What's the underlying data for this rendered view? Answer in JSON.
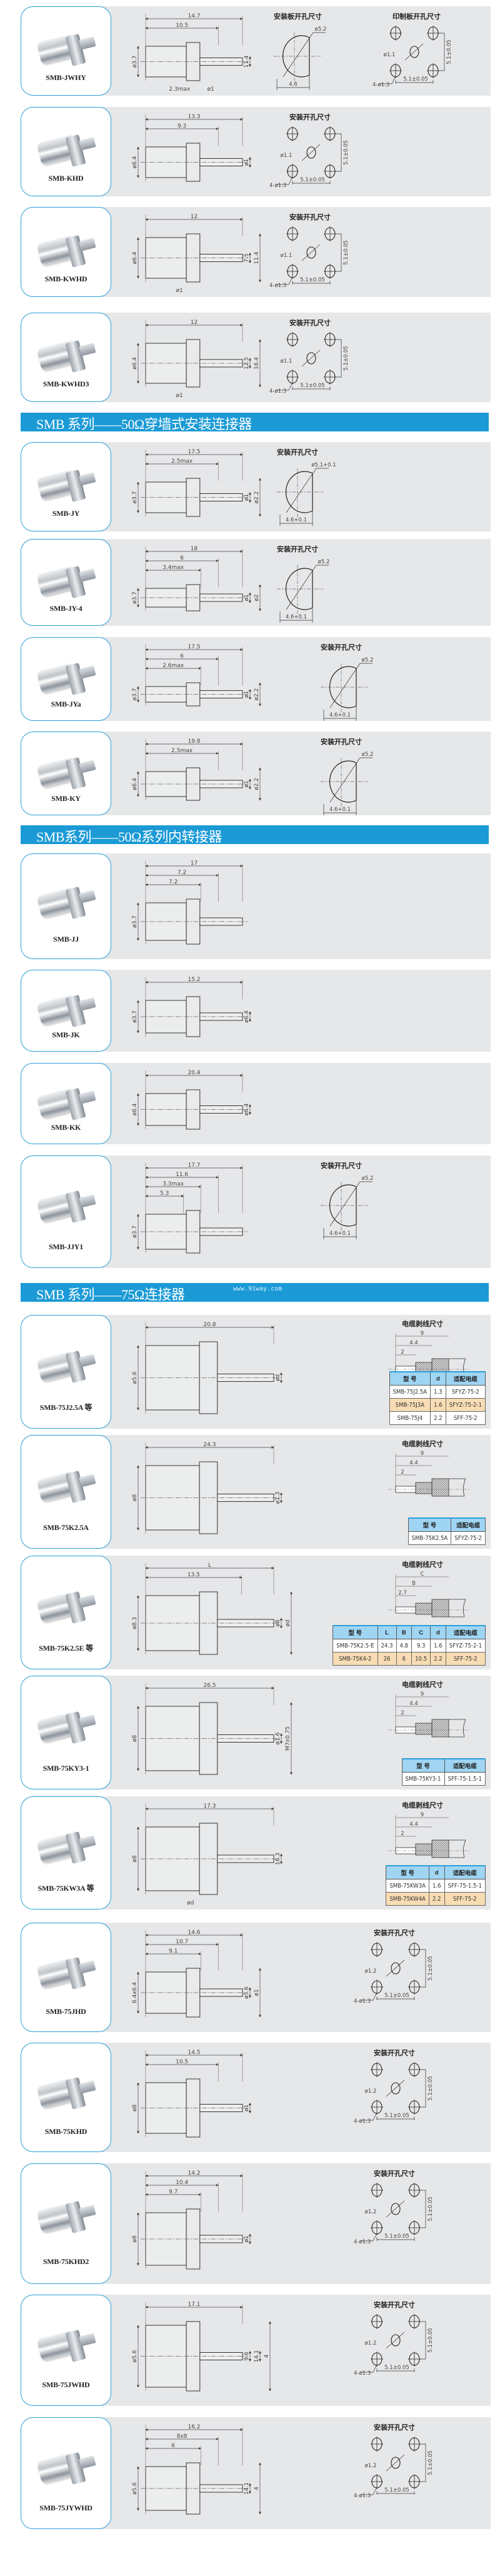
{
  "colors": {
    "brand_blue": "#1b9ad6",
    "card_border": "#2b9fd8",
    "panel_gray": "#e6e7e9",
    "table_header": "#9fd5f3",
    "row_highlight": "#f8dcb4"
  },
  "sections": [
    {
      "title": "SMB 系列——50Ω穿墙式安装连接器"
    },
    {
      "title": "SMB系列——50Ω系列内转接器"
    },
    {
      "title": "SMB 系列——75Ω连接器",
      "watermark": "www.91way.com"
    }
  ],
  "products": [
    {
      "name": "SMB-JWHY",
      "dims_h": [
        "14.7",
        "10.5"
      ],
      "dims_v": [
        "ø3.7",
        "11.4"
      ],
      "extra": [
        "2.3max",
        "ø1"
      ],
      "mount": {
        "title": "安装板开孔尺寸",
        "type": "dhole",
        "labels": [
          "ø5.2",
          "4.6"
        ]
      },
      "pcb": {
        "title": "印制板开孔尺寸",
        "type": "pcb",
        "labels": [
          "ø1.1",
          "4-ø1.3",
          "5.1±0.05",
          "5.1±0.05"
        ]
      }
    },
    {
      "name": "SMB-KHD",
      "dims_h": [
        "13.3",
        "9.3"
      ],
      "dims_v": [
        "ø6.4",
        "ø1"
      ],
      "extra": [],
      "mount": {
        "title": "安装开孔尺寸",
        "type": "pcb",
        "labels": [
          "ø1.1",
          "4-ø1.3",
          "5.1±0.05",
          "5.1±0.05"
        ]
      }
    },
    {
      "name": "SMB-KWHD",
      "dims_h": [
        "12"
      ],
      "dims_v": [
        "ø6.4",
        "7.5",
        "11.4"
      ],
      "extra": [
        "ø1"
      ],
      "mount": {
        "title": "安装开孔尺寸",
        "type": "pcb",
        "labels": [
          "ø1.1",
          "4-ø1.3",
          "5.1±0.05",
          "5.1±0.05"
        ]
      }
    },
    {
      "name": "SMB-KWHD3",
      "dims_h": [
        "12"
      ],
      "dims_v": [
        "ø6.4",
        "12.5",
        "16.4"
      ],
      "extra": [
        "ø1"
      ],
      "mount": {
        "title": "安装开孔尺寸",
        "type": "pcb",
        "labels": [
          "ø1.1",
          "4-ø1.3",
          "5.1±0.05",
          "5.1±0.05"
        ]
      }
    },
    {
      "name": "SMB-JY",
      "dims_h": [
        "17.5",
        "2.5max"
      ],
      "dims_v": [
        "ø3.7",
        "ø1",
        "ø2.2"
      ],
      "extra": [],
      "mount": {
        "title": "安装开孔尺寸",
        "type": "dhole",
        "labels": [
          "ø5.1+0.1",
          "4.6+0.1"
        ]
      }
    },
    {
      "name": "SMB-JY-4",
      "dims_h": [
        "18",
        "6",
        "3.4max"
      ],
      "dims_v": [
        "ø3.7",
        "ø1",
        "ø2"
      ],
      "extra": [],
      "mount": {
        "title": "安装开孔尺寸",
        "type": "dhole",
        "labels": [
          "ø5.2",
          "4.6+0.1"
        ]
      }
    },
    {
      "name": "SMB-JYa",
      "dims_h": [
        "17.5",
        "6",
        "2.6max"
      ],
      "dims_v": [
        "ø3.7",
        "ø1",
        "ø2.2"
      ],
      "extra": [],
      "mount": {
        "title": "安装开孔尺寸",
        "type": "dhole",
        "labels": [
          "ø5.2",
          "4.6+0.1"
        ]
      }
    },
    {
      "name": "SMB-KY",
      "dims_h": [
        "19.8",
        "2.5max"
      ],
      "dims_v": [
        "ø6.4",
        "ø1",
        "ø2.2"
      ],
      "extra": [],
      "mount": {
        "title": "安装开孔尺寸",
        "type": "dhole",
        "labels": [
          "ø5.2",
          "4.6+0.1"
        ]
      }
    },
    {
      "name": "SMB-JJ",
      "dims_h": [
        "17",
        "7.2",
        "7.2"
      ],
      "dims_v": [
        "ø3.7"
      ],
      "extra": []
    },
    {
      "name": "SMB-JK",
      "dims_h": [
        "15.2"
      ],
      "dims_v": [
        "ø3.7",
        "ø6.4"
      ],
      "extra": []
    },
    {
      "name": "SMB-KK",
      "dims_h": [
        "20.4"
      ],
      "dims_v": [
        "ø6.4",
        "ø6.4"
      ],
      "extra": []
    },
    {
      "name": "SMB-JJY1",
      "dims_h": [
        "17.7",
        "11.6",
        "3.3max",
        "5.3"
      ],
      "dims_v": [
        "ø3.7"
      ],
      "extra": [],
      "mount": {
        "title": "安装开孔尺寸",
        "type": "dhole",
        "labels": [
          "ø5.2",
          "4.6+0.1"
        ]
      }
    },
    {
      "name": "SMB-75J2.5A 等",
      "dims_h": [
        "20.8"
      ],
      "dims_v": [
        "ø5.6",
        "ød"
      ],
      "extra": [],
      "strip": {
        "title": "电缆剥线尺寸",
        "labels": [
          "9",
          "4.4",
          "2"
        ]
      },
      "table": {
        "headers": [
          "型 号",
          "d",
          "适配电缆"
        ],
        "highlighted_row": 1,
        "rows": [
          [
            "SMB-75J2.5A",
            "1.3",
            "SFYZ-75-2"
          ],
          [
            "SMB-75J3A",
            "1.6",
            "SFYZ-75-2-1"
          ],
          [
            "SMB-75J4",
            "2.2",
            "SFF-75-2"
          ]
        ]
      }
    },
    {
      "name": "SMB-75K2.5A",
      "dims_h": [
        "24.3"
      ],
      "dims_v": [
        "ø8",
        "ø1.3"
      ],
      "extra": [],
      "strip": {
        "title": "电缆剥线尺寸",
        "labels": [
          "9",
          "4.4",
          "2"
        ]
      },
      "table": {
        "headers": [
          "型 号",
          "适配电缆"
        ],
        "highlighted_row": -1,
        "rows": [
          [
            "SMB-75K2.5A",
            "SFYZ-75-2"
          ]
        ]
      }
    },
    {
      "name": "SMB-75K2.5E 等",
      "dims_h": [
        "L",
        "13.5"
      ],
      "dims_v": [
        "ø8.3",
        "ø8",
        "ød"
      ],
      "extra": [],
      "strip": {
        "title": "电缆剥线尺寸",
        "labels": [
          "C",
          "B",
          "2.7"
        ]
      },
      "table": {
        "headers": [
          "型 号",
          "L",
          "B",
          "C",
          "d",
          "适配电缆"
        ],
        "highlighted_row": 1,
        "rows": [
          [
            "SMB-75K2.5-E",
            "24.3",
            "4.8",
            "9.3",
            "1.6",
            "SFYZ-75-2-1"
          ],
          [
            "SMB-75K4-2",
            "26",
            "6",
            "10.5",
            "2.2",
            "SFF-75-2"
          ]
        ]
      }
    },
    {
      "name": "SMB-75KY3-1",
      "dims_h": [
        "26.5"
      ],
      "dims_v": [
        "ø8",
        "ø1.6",
        "M7x0.75"
      ],
      "extra": [],
      "strip": {
        "title": "电缆剥线尺寸",
        "labels": [
          "9",
          "4.4",
          "2"
        ]
      },
      "table": {
        "headers": [
          "型 号",
          "适配电缆"
        ],
        "highlighted_row": -1,
        "rows": [
          [
            "SMB-75KY3-1",
            "SFF-75-1.5-1"
          ]
        ]
      }
    },
    {
      "name": "SMB-75KW3A 等",
      "dims_h": [
        "17.3"
      ],
      "dims_v": [
        "ø8",
        "16.3"
      ],
      "extra": [
        "ød"
      ],
      "strip": {
        "title": "电缆剥线尺寸",
        "labels": [
          "9",
          "4.4",
          "2"
        ]
      },
      "table": {
        "headers": [
          "型 号",
          "d",
          "适配电缆"
        ],
        "highlighted_row": 1,
        "rows": [
          [
            "SMB-75KW3A",
            "1.6",
            "SFF-75-1.5-1"
          ],
          [
            "SMB-75KW4A",
            "2.2",
            "SFF-75-2"
          ]
        ]
      }
    },
    {
      "name": "SMB-75JHD",
      "dims_h": [
        "14.6",
        "10.7",
        "9.1"
      ],
      "dims_v": [
        "6.4x6.4",
        "ø5.6",
        "ø1"
      ],
      "extra": [],
      "mount": {
        "title": "安装开孔尺寸",
        "type": "pcb",
        "labels": [
          "ø1.2",
          "4-ø1.3",
          "5.1±0.05",
          "5.1±0.05"
        ]
      }
    },
    {
      "name": "SMB-75KHD",
      "dims_h": [
        "14.5",
        "10.5"
      ],
      "dims_v": [
        "ø8",
        "ø1"
      ],
      "extra": [],
      "mount": {
        "title": "安装开孔尺寸",
        "type": "pcb",
        "labels": [
          "ø1.2",
          "4-ø1.3",
          "5.1±0.05",
          "5.1±0.05"
        ]
      }
    },
    {
      "name": "SMB-75KHD2",
      "dims_h": [
        "14.2",
        "10.4",
        "9.7"
      ],
      "dims_v": [
        "ø8",
        "ø1"
      ],
      "extra": [],
      "mount": {
        "title": "安装开孔尺寸",
        "type": "pcb",
        "labels": [
          "ø1.2",
          "4-ø1.3",
          "5.1±0.05",
          "5.1±0.05"
        ]
      }
    },
    {
      "name": "SMB-75JWHD",
      "dims_h": [
        "17.1"
      ],
      "dims_v": [
        "ø5.6",
        "9.6",
        "14.1",
        "4"
      ],
      "extra": [],
      "mount": {
        "title": "安装开孔尺寸",
        "type": "pcb",
        "labels": [
          "ø1.2",
          "4-ø1.3",
          "5.1±0.05",
          "5.1±0.05"
        ]
      }
    },
    {
      "name": "SMB-75JYWHD",
      "dims_h": [
        "16.2",
        "8x8",
        "6"
      ],
      "dims_v": [
        "ø5.6",
        "14.1",
        "4"
      ],
      "extra": [],
      "mount": {
        "title": "安装开孔尺寸",
        "type": "pcb",
        "labels": [
          "ø1.2",
          "4-ø1.3",
          "5.1±0.05",
          "5.1±0.05"
        ]
      }
    }
  ]
}
